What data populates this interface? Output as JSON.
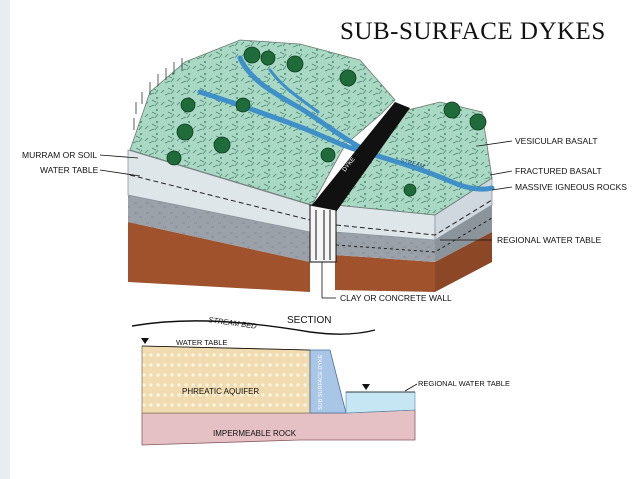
{
  "title": "SUB-SURFACE DYKES",
  "labels": {
    "murram_or_soil": "MURRAM OR SOIL",
    "water_table": "WATER TABLE",
    "vesicular_basalt": "VESICULAR BASALT",
    "fractured_basalt": "FRACTURED BASALT",
    "massive_igneous_rocks": "MASSIVE IGNEOUS ROCKS",
    "regional_water_table": "REGIONAL WATER TABLE",
    "clay_or_concrete_wall": "CLAY OR CONCRETE WALL",
    "stream": "STREAM",
    "dyke": "DYKE"
  },
  "section": {
    "heading": "SECTION",
    "stream_bed": "STREAM BED",
    "water_table": "WATER TABLE",
    "phreatic_aquifer": "PHREATIC AQUIFER",
    "sub_surface_dyke": "SUB SURFACE DYKE",
    "regional_water_table": "REGIONAL WATER TABLE",
    "impermeable_rock": "IMPERMEABLE ROCK"
  },
  "colors": {
    "vegetation": "#a9d8c4",
    "stream": "#3f8fc9",
    "soil_band": "#dfe6ea",
    "rock_grey": "#9aa1a8",
    "impermeable": "#a0522d",
    "aquifer": "#f1dcb1",
    "dyke": "#a9c6e6",
    "impermeable_section": "#e5c1c6",
    "regional_water": "#c7e6f4"
  }
}
